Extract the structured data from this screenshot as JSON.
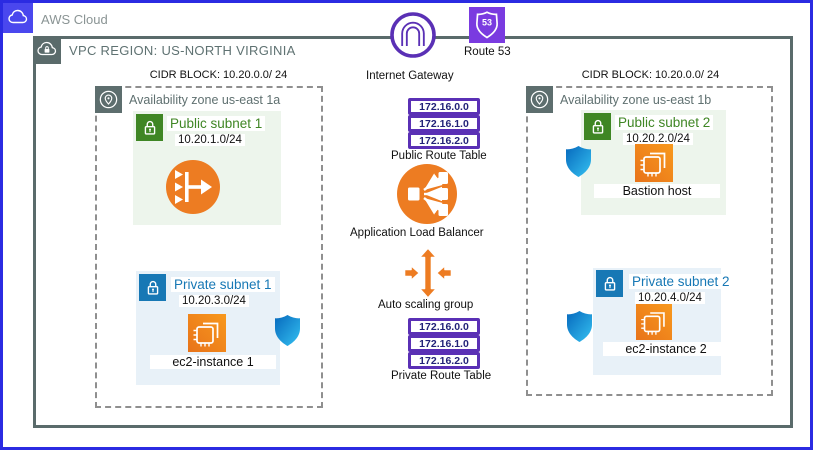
{
  "diagram": {
    "aws_cloud_label": "AWS Cloud",
    "vpc_label": "VPC REGION: US-NORTH VIRGINIA"
  },
  "middle": {
    "internet_gateway_label": "Internet Gateway",
    "route53_label": "Route 53",
    "route53_number": "53",
    "public_route_table": {
      "label": "Public Route Table",
      "entries": [
        "172.16.0.0",
        "172.16.1.0",
        "172.16.2.0"
      ]
    },
    "load_balancer_label": "Application Load Balancer",
    "auto_scaling_label": "Auto scaling group",
    "private_route_table": {
      "label": "Private Route Table",
      "entries": [
        "172.16.0.0",
        "172.16.1.0",
        "172.16.2.0"
      ]
    }
  },
  "zones": [
    {
      "cidr_block": "CIDR BLOCK: 10.20.0.0/ 24",
      "label": "Availability zone us-east 1a",
      "public_subnet": {
        "title": "Public subnet 1",
        "cidr": "10.20.1.0/24"
      },
      "private_subnet": {
        "title": "Private subnet 1",
        "cidr": "10.20.3.0/24",
        "instance_label": "ec2-instance 1"
      }
    },
    {
      "cidr_block": "CIDR BLOCK: 10.20.0.0/ 24",
      "label": "Availability zone us-east 1b",
      "public_subnet": {
        "title": "Public subnet 2",
        "cidr": "10.20.2.0/24",
        "instance_label": "Bastion host"
      },
      "private_subnet": {
        "title": "Private subnet 2",
        "cidr": "10.20.4.0/24",
        "instance_label": "ec2-instance 2"
      }
    }
  ],
  "colors": {
    "frame_blue": "#2b2be2",
    "aws_icon_blue": "#4a47ee",
    "vpc_slate": "#5a6b6b",
    "az_gray": "#5f7070",
    "public_green": "#3f8624",
    "public_subnet_bg": "#edf5ec",
    "private_blue": "#1778b5",
    "private_subnet_bg": "#e8f1f8",
    "orange": "#ed7c22",
    "gateway_purple": "#5a30b5",
    "route53_purple": "#7a3be0",
    "route_entry_text": "#232378",
    "shield_blue_dark": "#0669bd",
    "shield_blue_light": "#35c1f1"
  }
}
